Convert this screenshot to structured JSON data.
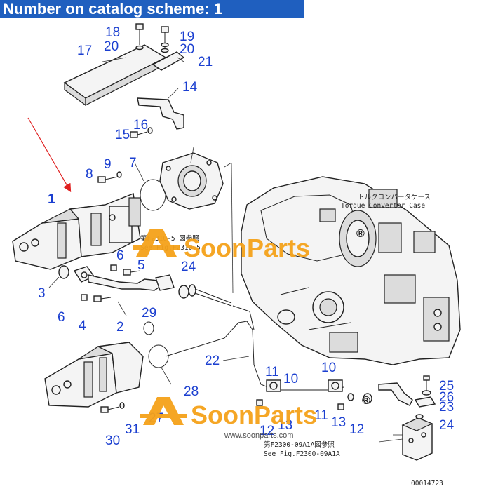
{
  "header": {
    "title": "Number on catalog scheme: 1"
  },
  "labels": [
    "1",
    "2",
    "3",
    "4",
    "5",
    "6",
    "6",
    "7",
    "8",
    "9",
    "10",
    "10",
    "11",
    "11",
    "12",
    "12",
    "13",
    "13",
    "14",
    "15",
    "16",
    "17",
    "18",
    "19",
    "20",
    "20",
    "21",
    "22",
    "23",
    "24",
    "24",
    "25",
    "26",
    "27",
    "28",
    "29",
    "30",
    "31"
  ],
  "annotations": {
    "torque_jp": "トルクコンバータケース",
    "torque_en": "Torque Converter Case",
    "ref1_jp": "第F2310-5  図参照",
    "ref1_en": "See Fig.F2310-5",
    "ref2_jp": "第F2300-09A1A図参照",
    "ref2_en": "See Fig.F2300-09A1A",
    "drawing_no": "00014723"
  },
  "watermark": {
    "brand": "SoonParts",
    "reg": "®",
    "url": "www.soonparts.com"
  },
  "colors": {
    "header_bg": "#1f5fbf",
    "label": "#1b3fd0",
    "watermark": "#f5a21a",
    "arrow": "#e02020"
  }
}
